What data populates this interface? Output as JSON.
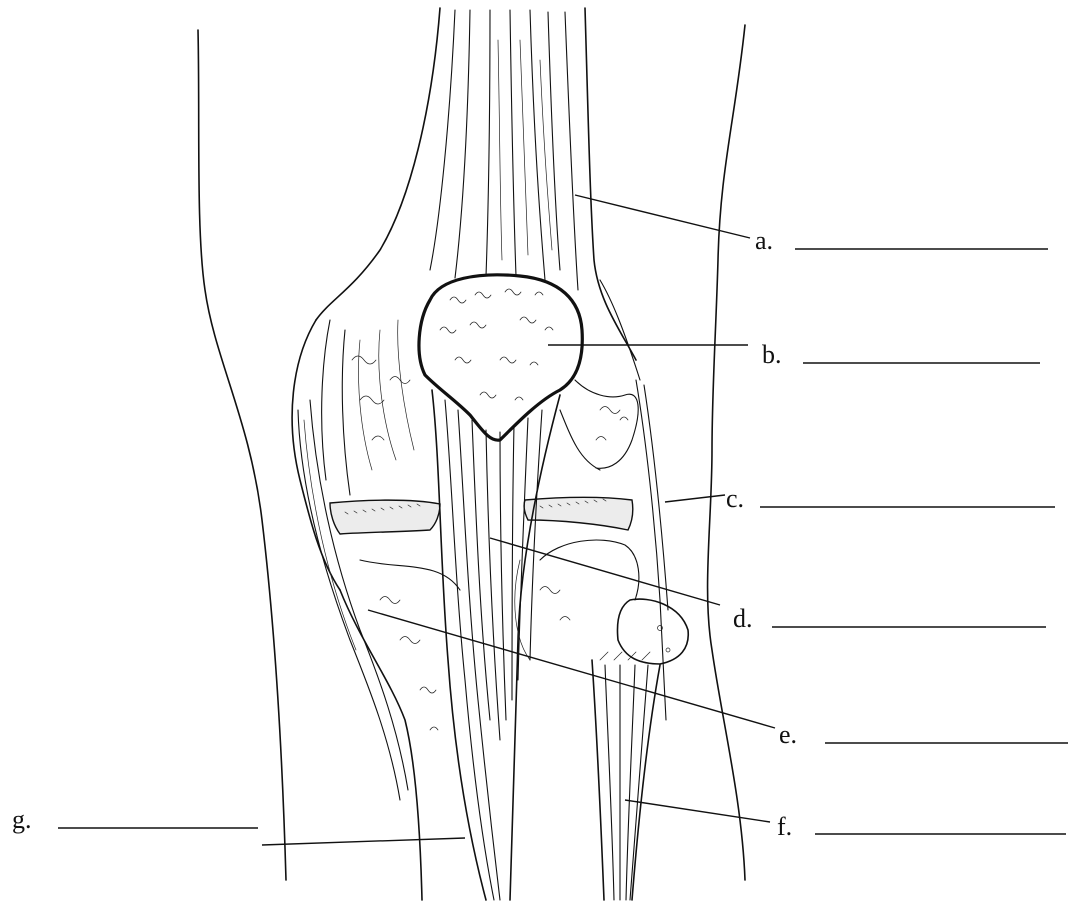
{
  "labels": {
    "a": "a.",
    "b": "b.",
    "c": "c.",
    "d": "d.",
    "e": "e.",
    "f": "f.",
    "g": "g."
  }
}
